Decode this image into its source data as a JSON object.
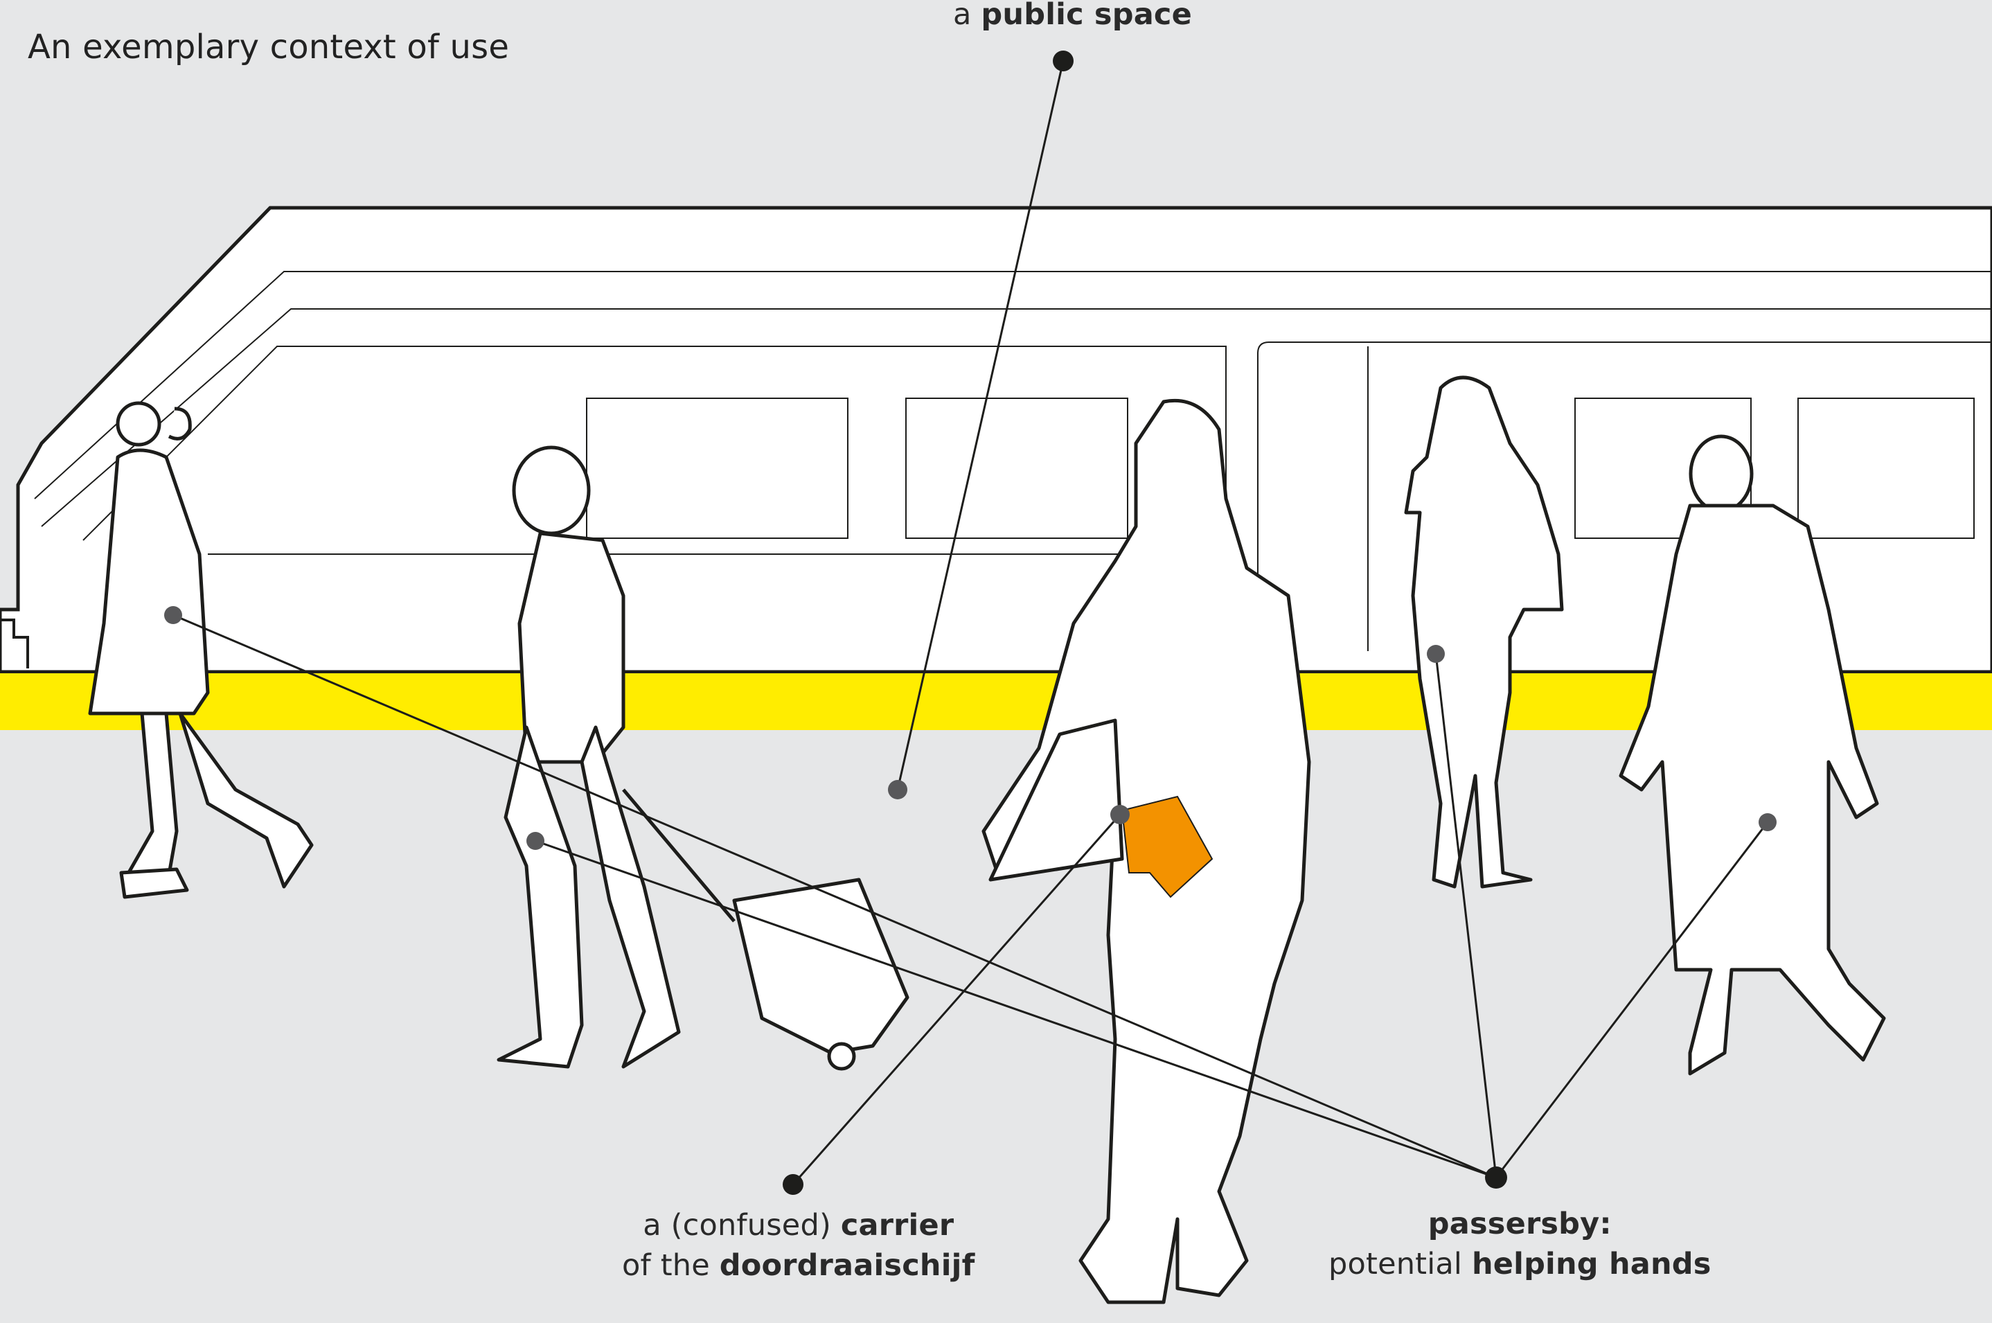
{
  "title": "An exemplary context of use",
  "callouts": {
    "public_space": {
      "pre": "a ",
      "bold": "public space"
    },
    "carrier": {
      "line1_pre": "a (confused) ",
      "line1_bold": "carrier",
      "line2_pre": "of the ",
      "line2_bold": "doordraaischijf"
    },
    "passersby": {
      "line1_bold": "passersby:",
      "line2_pre": "potential ",
      "line2_bold": "helping hands"
    }
  },
  "colors": {
    "background": "#e6e7e8",
    "platform_edge": "#ffed00",
    "card": "#f39200",
    "line": "#1d1d1b",
    "figure_fill": "#ffffff"
  }
}
